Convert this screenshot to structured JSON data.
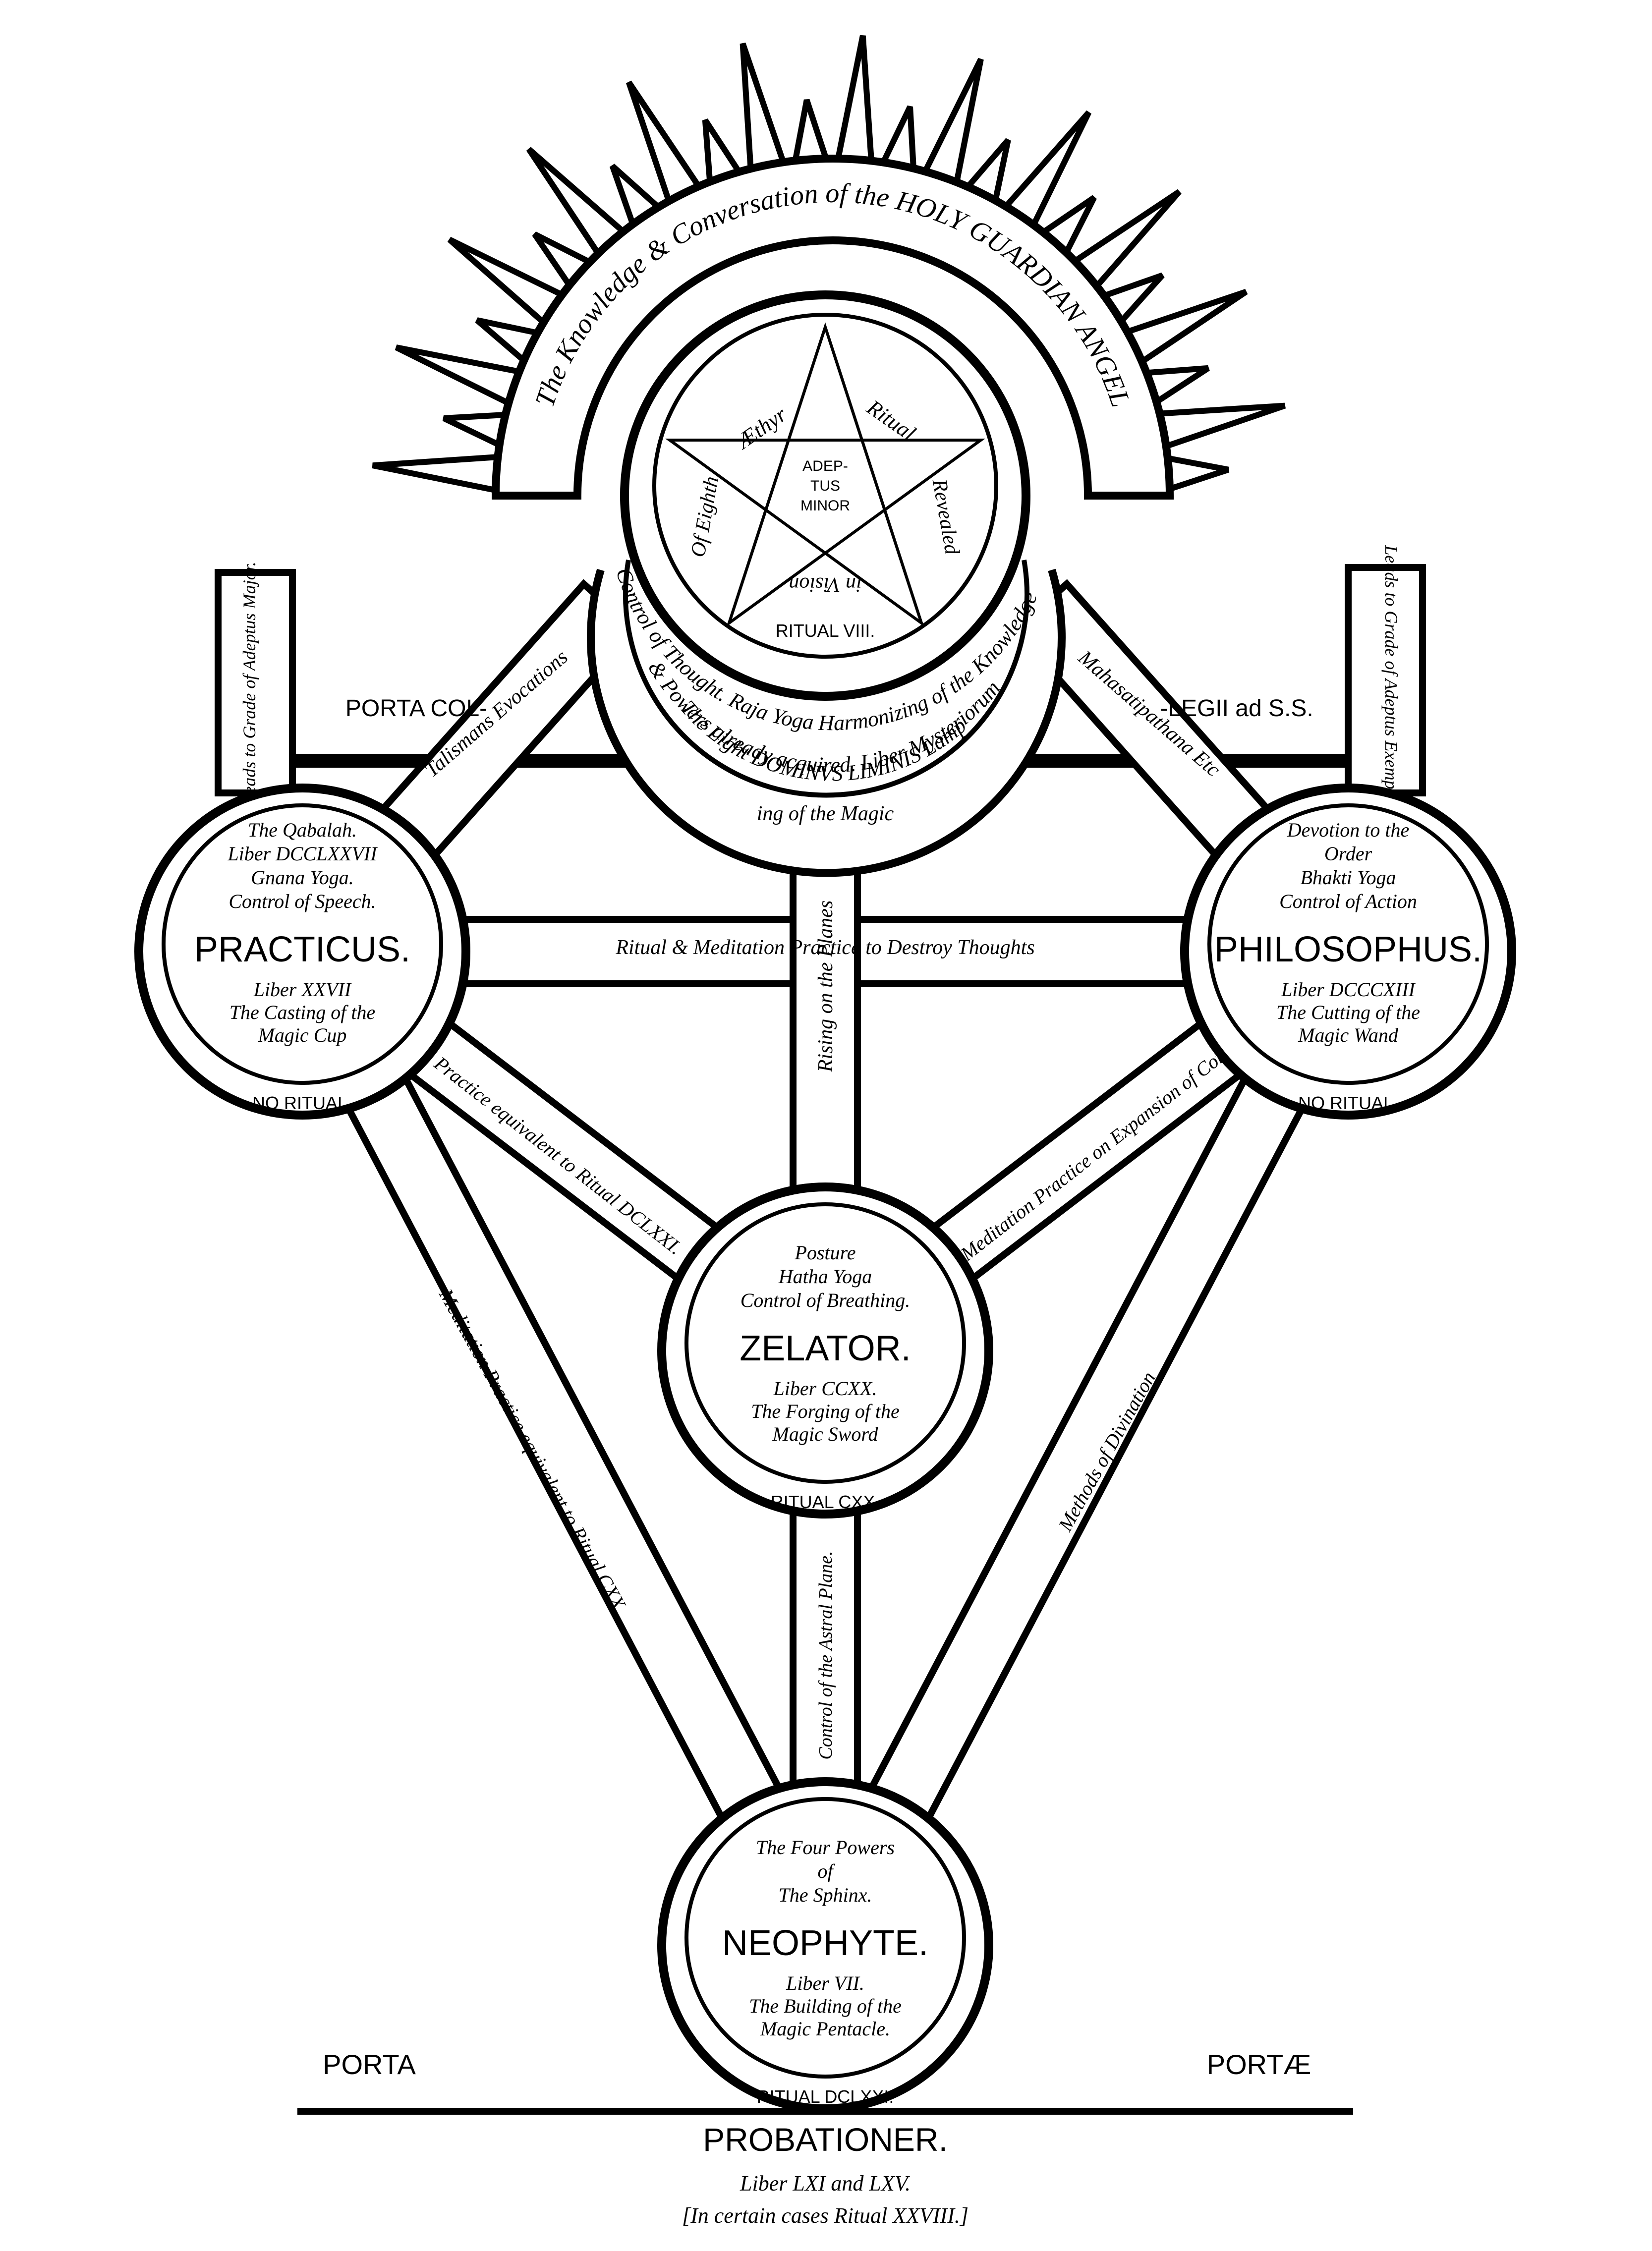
{
  "crown": {
    "arc_text": "The Knowledge & Conversation of the HOLY GUARDIAN ANGEL"
  },
  "adeptus": {
    "ring_text": [
      "Æthyr",
      "Ritual",
      "Revealed",
      "in Vision",
      "Of Eighth"
    ],
    "title": [
      "ADEP-",
      "TUS",
      "MINOR"
    ],
    "ritual": "RITUAL VIII."
  },
  "arch": {
    "outer": "Control of Thought. Raja Yoga Harmonizing of the Knowledge",
    "middle": "& Powers already acquired. Liber Mysteriorum",
    "inner": "The Light DOMINVS LIMINIS Lamp",
    "tail": "ing of the Magic"
  },
  "porta": {
    "left": "PORTA COL-",
    "right": "-LEGII ad S.S."
  },
  "leads": {
    "left": "Leads to Grade of Adeptus Major.",
    "right": "Leads to Grade of Adeptus Exemptus."
  },
  "paths": {
    "talismans": "Talismans Evocations",
    "mahasatipatthana": "Mahasatipathana Etc",
    "ritual_meditation": "Ritual & Meditation Practice to Destroy Thoughts",
    "rising_planes": "Rising on the Planes",
    "meditation_practicus": "Meditation Practice equivalent to Ritual DCLXXI.",
    "meditation_philosophus": "Meditation Practice on Expansion of Consciousness.",
    "meditation_neophyte": "Meditation Practice equivalent to Ritual CXX.",
    "divination": "Methods of Divination",
    "astral": "Control of the Astral Plane."
  },
  "grades": {
    "practicus": {
      "top": [
        "The Qabalah.",
        "Liber DCCLXXVII",
        "Gnana Yoga.",
        "Control of Speech."
      ],
      "name": "PRACTICUS.",
      "bottom": [
        "Liber XXVII",
        "The Casting of the",
        "Magic Cup"
      ],
      "ritual": "NO RITUAL."
    },
    "philosophus": {
      "top": [
        "Devotion to the",
        "Order",
        "Bhakti Yoga",
        "Control of Action"
      ],
      "name": "PHILOSOPHUS.",
      "bottom": [
        "Liber DCCCXIII",
        "The Cutting of the",
        "Magic Wand"
      ],
      "ritual": "NO RITUAL."
    },
    "zelator": {
      "top": [
        "Posture",
        "Hatha Yoga",
        "Control of Breathing."
      ],
      "name": "ZELATOR.",
      "bottom": [
        "Liber CCXX.",
        "The Forging of the",
        "Magic Sword"
      ],
      "ritual": "RITUAL CXX."
    },
    "neophyte": {
      "top": [
        "The Four Powers",
        "of",
        "The Sphinx."
      ],
      "name": "NEOPHYTE.",
      "bottom": [
        "Liber VII.",
        "The Building of the",
        "Magic Pentacle."
      ],
      "ritual": "RITUAL DCLXXI."
    }
  },
  "base": {
    "porta": "PORTA",
    "portae": "PORTÆ",
    "probationer": "PROBATIONER.",
    "liber": "Liber LXI and LXV.",
    "note": "[In certain cases Ritual XXVIII.]"
  }
}
